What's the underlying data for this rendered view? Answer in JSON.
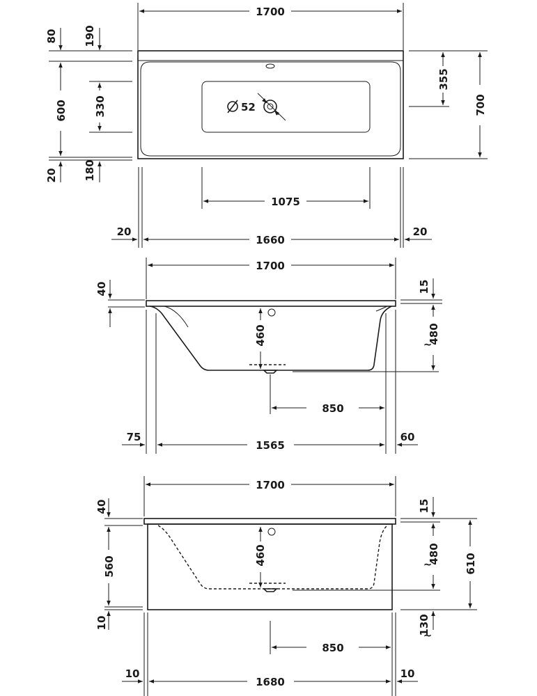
{
  "top_view": {
    "overall_width": "1700",
    "rim_back": "80",
    "rim_back_inner": "190",
    "inner_depth": "600",
    "basin_width": "330",
    "rim_front": "20",
    "rim_front_inner": "180",
    "overflow_offset": "355",
    "overall_depth": "700",
    "drain_diameter": "52",
    "basin_length": "1075",
    "inner_length": "1660",
    "side_left": "20",
    "side_right": "20"
  },
  "side_view": {
    "overall_length": "1700",
    "rim_thickness": "40",
    "rim_top": "15",
    "inner_depth": "460",
    "overall_height": "480",
    "drain_offset": "850",
    "base_length": "1565",
    "offset_left": "75",
    "offset_right": "60"
  },
  "panel_view": {
    "overall_length": "1700",
    "rim_thickness": "40",
    "rim_top": "15",
    "panel_height": "560",
    "inner_depth": "460",
    "overall_height": "480",
    "total_height": "610",
    "base_gap": "10",
    "feet_height": "130",
    "drain_offset": "850",
    "panel_length": "1680",
    "side_left": "10",
    "side_right": "10"
  }
}
